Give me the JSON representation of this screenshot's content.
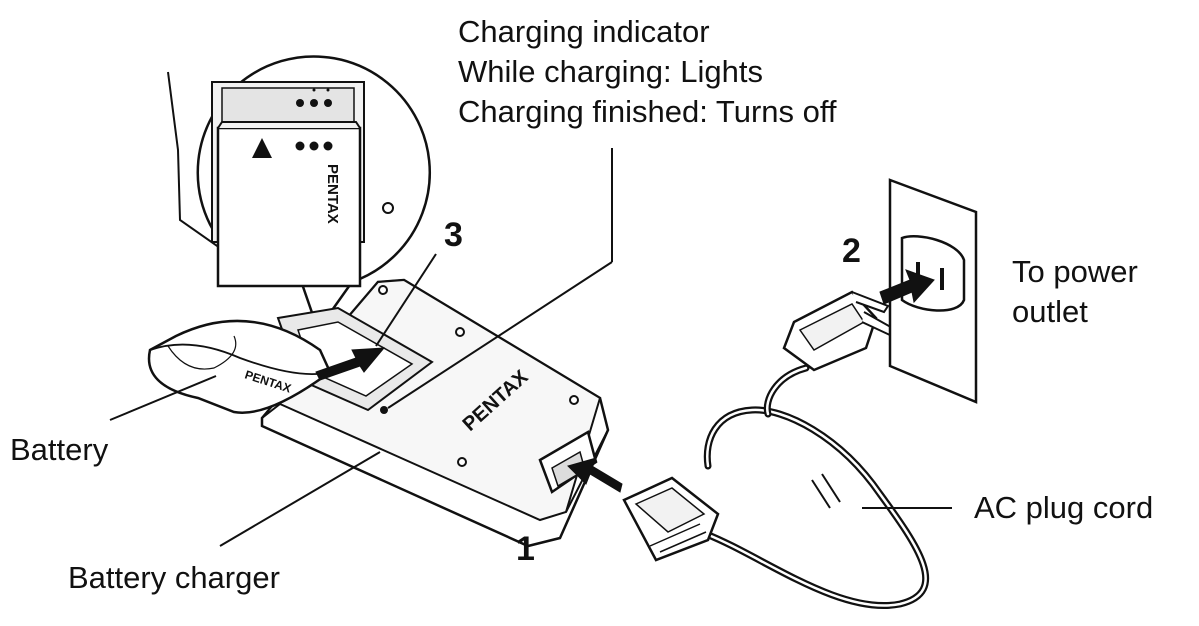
{
  "labels": {
    "charging_indicator": "Charging indicator",
    "while_charging": "While charging: Lights",
    "charging_finished": "Charging finished: Turns off",
    "to_power_line1": "To power",
    "to_power_line2": "outlet",
    "battery": "Battery",
    "battery_charger": "Battery charger",
    "ac_plug_cord": "AC plug cord"
  },
  "steps": {
    "step1": "1",
    "step2": "2",
    "step3": "3"
  },
  "brand": {
    "logo_text": "PENTAX"
  },
  "colors": {
    "line": "#111111",
    "fill_light": "#f2f2f2",
    "fill_mid": "#e4e4e4",
    "background": "#ffffff"
  }
}
